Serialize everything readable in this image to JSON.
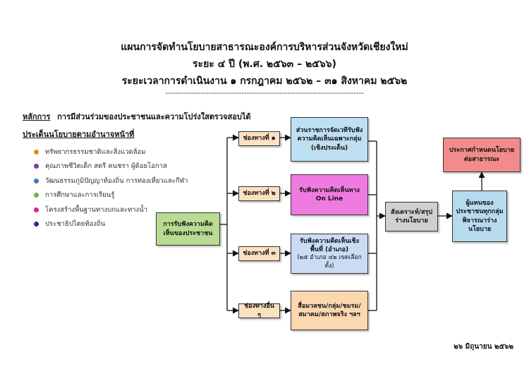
{
  "header": {
    "line1": "แผนการจัดทำนโยบายสาธารณะองค์การบริหารส่วนจังหวัดเชียงใหม่",
    "line2": "ระยะ ๔ ปี (พ.ศ. ๒๕๖๓ – ๒๕๖๖)",
    "line3": "ระยะเวลาการดำเนินงาน ๑ กรกฎาคม ๒๕๖๒ – ๓๑ สิงหาคม ๒๕๖๒",
    "divider": "------------------------------------------------------------------------------"
  },
  "principle": {
    "label": "หลักการ",
    "text": "การมีส่วนร่วมของประชาชนและความโปร่งใสตรวจสอบได้"
  },
  "issues": {
    "title": "ประเด็นนโยบายตามอำนาจหน้าที่",
    "items": [
      {
        "text": "ทรัพยากรธรรมชาติและสิ่งแวดล้อม",
        "color": "#e8891c"
      },
      {
        "text": "คุณภาพชีวิตเด็ก สตรี คนชรา ผู้ด้อยโอกาส",
        "color": "#7a3f9e"
      },
      {
        "text": "วัฒนธรรมภูมิปัญญาท้องถิ่น การท่องเที่ยวและกีฬา",
        "color": "#3f78c4"
      },
      {
        "text": "การศึกษาและการเรียนรู้",
        "color": "#6fb23a"
      },
      {
        "text": "โครงสร้างพื้นฐานทางบกและทางน้ำ",
        "color": "#d02a8f"
      },
      {
        "text": "ประชาธิปไตยท้องถิ่น",
        "color": "#2a2a8c"
      }
    ]
  },
  "flow": {
    "start": "การรับฟังความคิดเห็นของประชาชน",
    "channels": [
      {
        "label": "ช่องทางที่ ๑",
        "detail": "ส่วนราชการจัดเวทีรับฟังความคิดเห็นเฉพาะกลุ่ม (เชิงประเด็น)",
        "sub": ""
      },
      {
        "label": "ช่องทางที่ ๒",
        "detail": "รับฟังความคิดเห็นทาง On Line",
        "sub": ""
      },
      {
        "label": "ช่องทางที่ ๓",
        "detail": "รับฟังความคิดเห็นเชิงพื้นที่ (อำเภอ)",
        "sub": "(๒๕ อำเภอ ๔๒ เขตเลือกตั้ง)"
      },
      {
        "label": "ช่องทางอื่น ๆ",
        "detail": "สื่อมวลชน/กลุ่ม/ชมรม/สมาคม/สภาพจริง ฯลฯ",
        "sub": ""
      }
    ],
    "analyze": "สังเคราะห์/สรุปร่างนโยบาย",
    "representatives": "ผู้แทนของประชาชนทุกกลุ่มพิจารณาร่างนโยบาย",
    "announce": "ประกาศกำหนดนโยบายต่อสาธารณะ"
  },
  "footer": {
    "date": "๒๖ มิถุนายน ๒๕๖๒"
  },
  "colors": {
    "start_fill": "#b9dc92",
    "channel_fill": "#fbe0c2",
    "detail1_fill": "#bfe0f2",
    "detail2_fill": "#f07be0",
    "detail3_fill": "#c9dcf3",
    "detail4_fill": "#fbd8ae",
    "analyze_fill": "#d0d0d0",
    "rep_fill": "#b7dbee",
    "announce_fill": "#f28b8b"
  }
}
